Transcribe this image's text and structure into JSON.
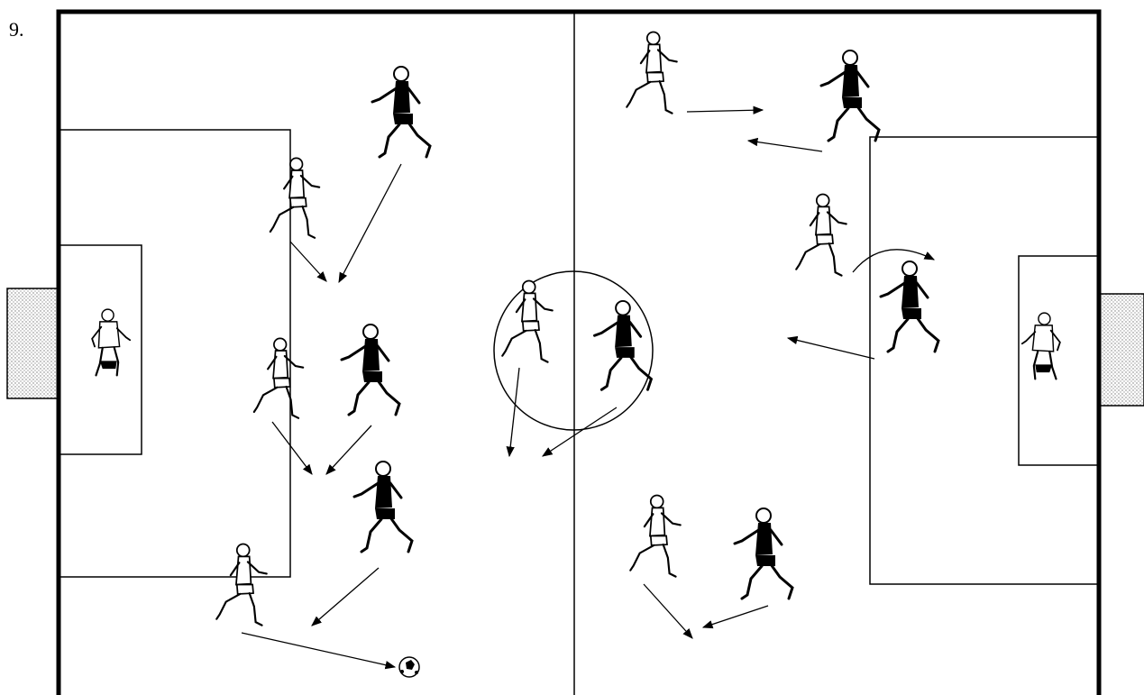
{
  "figure": {
    "number": "9."
  },
  "colors": {
    "line": "#000000",
    "goal_fill": "#cfcfcf",
    "dark_team": "#000000",
    "light_team": "#ffffff"
  },
  "pitch": {
    "left_goal": "left-goal",
    "right_goal": "right-goal",
    "halfway_line": "halfway-line",
    "center_circle": "center-circle"
  },
  "players": [
    {
      "id": "left-goalkeeper",
      "team": "light",
      "role": "goalkeeper",
      "facing": "right"
    },
    {
      "id": "right-goalkeeper",
      "team": "light",
      "role": "goalkeeper",
      "facing": "left"
    },
    {
      "id": "dark-player-top-left",
      "team": "dark",
      "role": "outfield",
      "facing": "left"
    },
    {
      "id": "light-player-top-left",
      "team": "light",
      "role": "outfield",
      "facing": "right"
    },
    {
      "id": "light-player-mid-left",
      "team": "light",
      "role": "outfield",
      "facing": "right"
    },
    {
      "id": "dark-player-mid-left",
      "team": "dark",
      "role": "outfield",
      "facing": "left"
    },
    {
      "id": "dark-player-lower-left",
      "team": "dark",
      "role": "outfield",
      "facing": "left"
    },
    {
      "id": "light-player-bottom-left",
      "team": "light",
      "role": "outfield",
      "facing": "right"
    },
    {
      "id": "light-player-center-circle",
      "team": "light",
      "role": "outfield",
      "facing": "right"
    },
    {
      "id": "dark-player-center-circle",
      "team": "dark",
      "role": "outfield",
      "facing": "left"
    },
    {
      "id": "light-player-top-right",
      "team": "light",
      "role": "outfield",
      "facing": "right"
    },
    {
      "id": "dark-player-top-right",
      "team": "dark",
      "role": "outfield",
      "facing": "left"
    },
    {
      "id": "light-player-mid-right",
      "team": "light",
      "role": "outfield",
      "facing": "right"
    },
    {
      "id": "dark-player-mid-right",
      "team": "dark",
      "role": "outfield",
      "facing": "left"
    },
    {
      "id": "light-player-bottom-right",
      "team": "light",
      "role": "outfield",
      "facing": "right"
    },
    {
      "id": "dark-player-bottom-right",
      "team": "dark",
      "role": "outfield",
      "facing": "left"
    }
  ],
  "ball": {
    "name": "soccer-ball"
  },
  "movement_arrows": [
    {
      "id": "arrow-dark-top-left-run",
      "style": "straight"
    },
    {
      "id": "arrow-light-top-left-run",
      "style": "straight"
    },
    {
      "id": "arrow-light-mid-left-run",
      "style": "straight"
    },
    {
      "id": "arrow-dark-mid-left-run",
      "style": "straight"
    },
    {
      "id": "arrow-dark-lower-left-run",
      "style": "straight"
    },
    {
      "id": "arrow-pass-to-ball",
      "style": "straight"
    },
    {
      "id": "arrow-light-center-run",
      "style": "straight"
    },
    {
      "id": "arrow-dark-center-run",
      "style": "straight"
    },
    {
      "id": "arrow-light-top-right-run",
      "style": "straight"
    },
    {
      "id": "arrow-dark-top-right-run",
      "style": "straight"
    },
    {
      "id": "arrow-light-mid-right-curve",
      "style": "curved"
    },
    {
      "id": "arrow-dark-mid-right-run",
      "style": "straight"
    },
    {
      "id": "arrow-light-bottom-right-run",
      "style": "straight"
    },
    {
      "id": "arrow-dark-bottom-right-run",
      "style": "straight"
    }
  ]
}
